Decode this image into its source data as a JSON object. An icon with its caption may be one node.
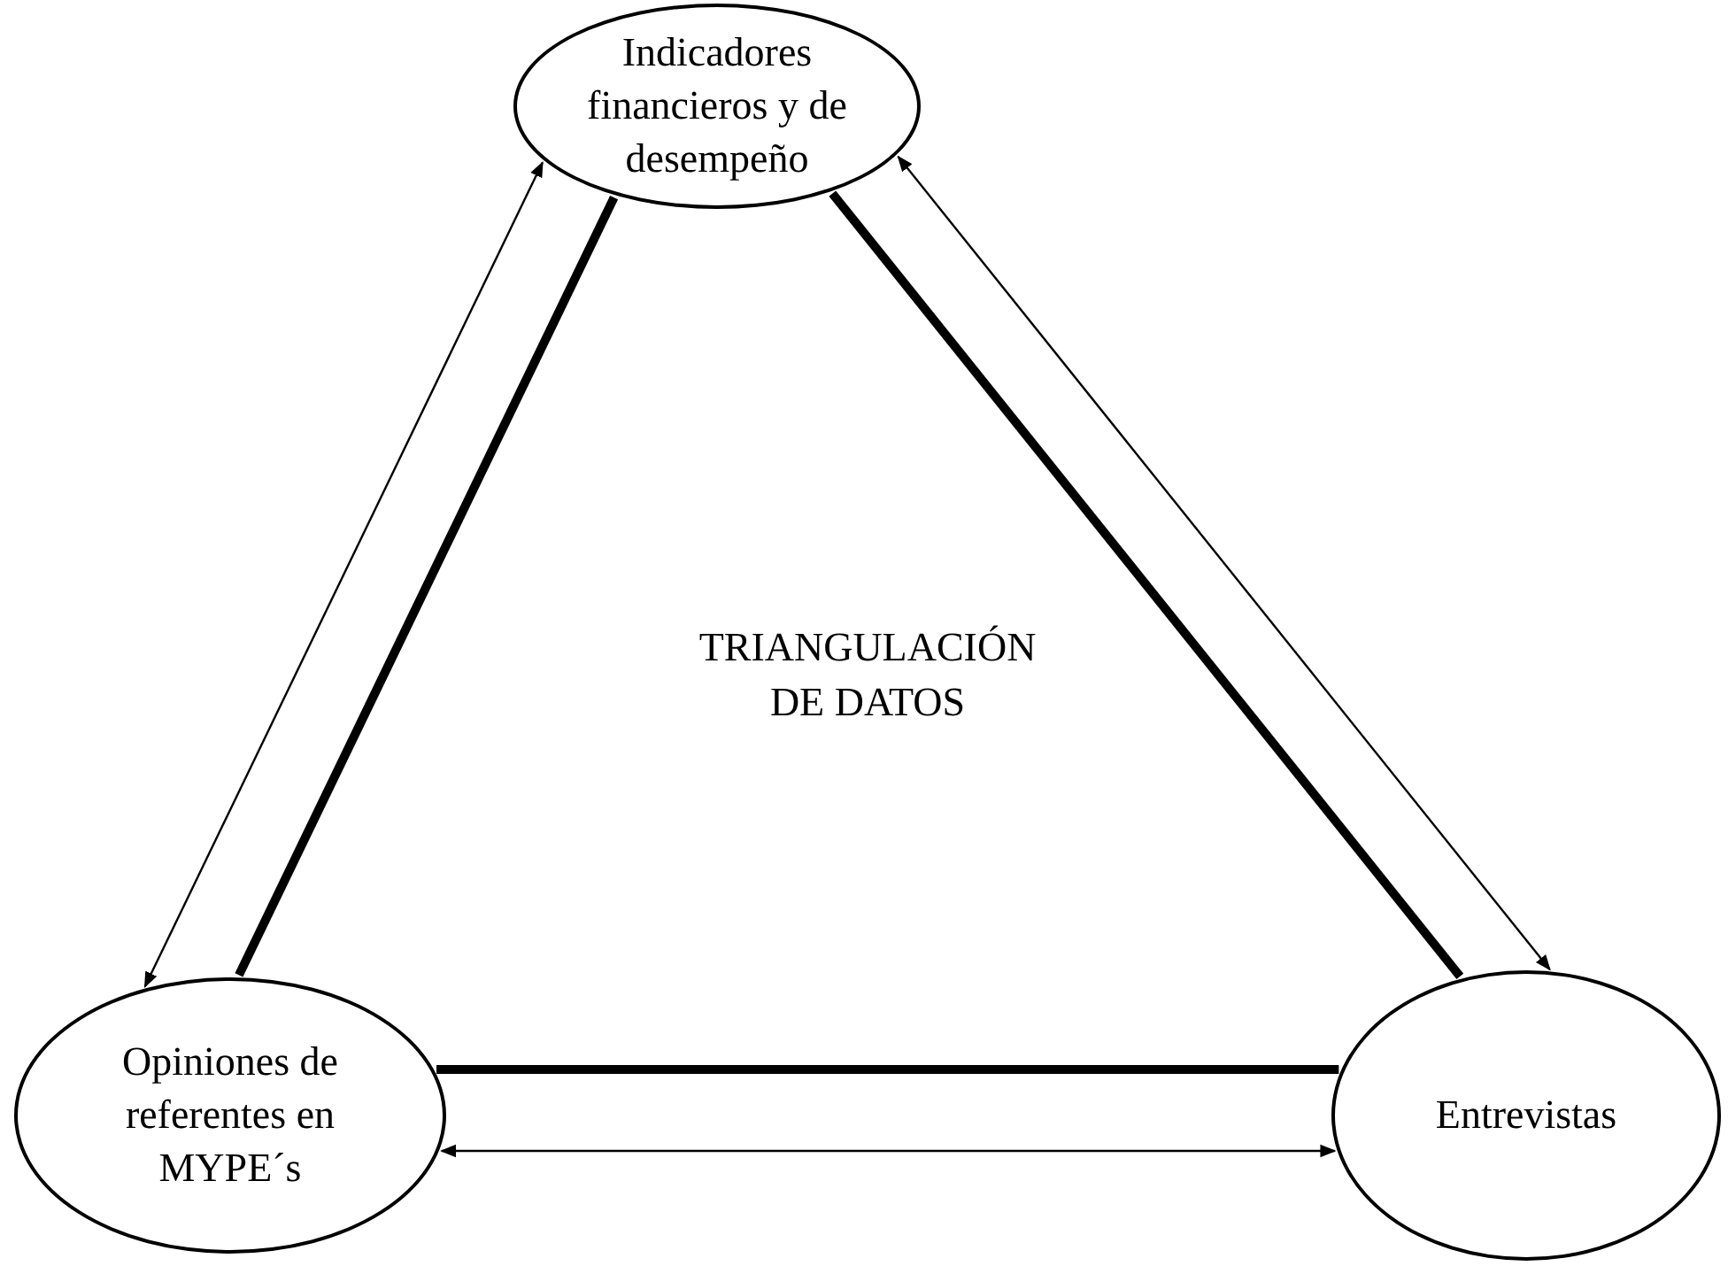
{
  "diagram": {
    "nodes": [
      {
        "text": [
          "Indicadores financieros y de desempeño"
        ]
      },
      {
        "text": [
          "Opiniones de referentes en MYPE´s"
        ]
      },
      {
        "text": [
          "Entrevistas"
        ]
      }
    ],
    "edges": [
      {
        "from": 0,
        "to": 1,
        "arrow": "none",
        "style": "thick"
      },
      {
        "from": 0,
        "to": 1,
        "arrow": "both"
      },
      {
        "from": 0,
        "to": 2,
        "arrow": "none",
        "style": "thick"
      },
      {
        "from": 0,
        "to": 2,
        "arrow": "both"
      },
      {
        "from": 1,
        "to": 2,
        "arrow": "none",
        "style": "thick"
      },
      {
        "from": 1,
        "to": 2,
        "arrow": "both"
      }
    ],
    "labels": [
      "TRIANGULACIÓN DE DATOS"
    ]
  }
}
